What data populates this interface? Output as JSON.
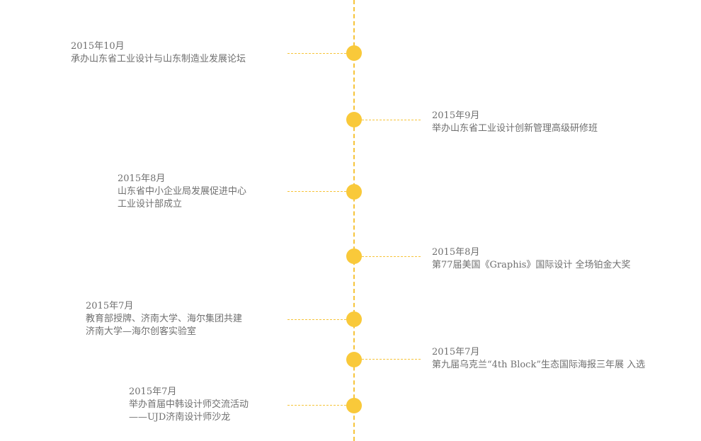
{
  "colors": {
    "accent": "#f9c93a",
    "text": "#6f6f6f",
    "background": "#ffffff"
  },
  "timeline": {
    "events": [
      {
        "date": "2015年10月",
        "lines": [
          "承办山东省工业设计与山东制造业发展论坛"
        ]
      },
      {
        "date": "2015年9月",
        "lines": [
          "举办山东省工业设计创新管理高级研修班"
        ]
      },
      {
        "date": "2015年8月",
        "lines": [
          "山东省中小企业局发展促进中心",
          "工业设计部成立"
        ]
      },
      {
        "date": "2015年8月",
        "lines": [
          "第77届美国《Graphis》国际设计 全场铂金大奖"
        ]
      },
      {
        "date": "2015年7月",
        "lines": [
          "教育部授牌、济南大学、海尔集团共建",
          "济南大学—海尔创客实验室"
        ]
      },
      {
        "date": "2015年7月",
        "lines": [
          "第九届乌克兰“4th Block”生态国际海报三年展 入选"
        ]
      },
      {
        "date": "2015年7月",
        "lines": [
          "举办首届中韩设计师交流活动",
          "——UJD济南设计师沙龙"
        ]
      }
    ]
  }
}
